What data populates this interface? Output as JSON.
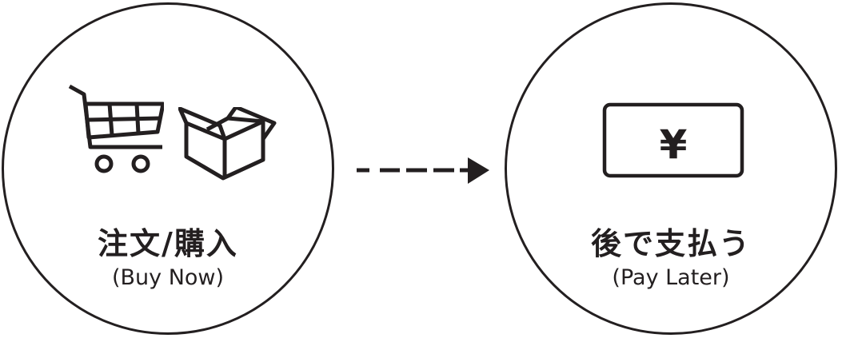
{
  "diagram": {
    "type": "flow",
    "colors": {
      "stroke": "#231f20",
      "background": "#ffffff"
    },
    "steps": [
      {
        "id": "buy-now",
        "icons": [
          "shopping-cart-icon",
          "open-box-icon"
        ],
        "title": "注文/購入",
        "subtitle": "(Buy Now)"
      },
      {
        "id": "pay-later",
        "icons": [
          "yen-bill-icon"
        ],
        "title": "後で支払う",
        "subtitle": "(Pay Later)",
        "icon_glyph": "¥"
      }
    ],
    "connector": {
      "style": "dashed-arrow",
      "direction": "right"
    }
  }
}
